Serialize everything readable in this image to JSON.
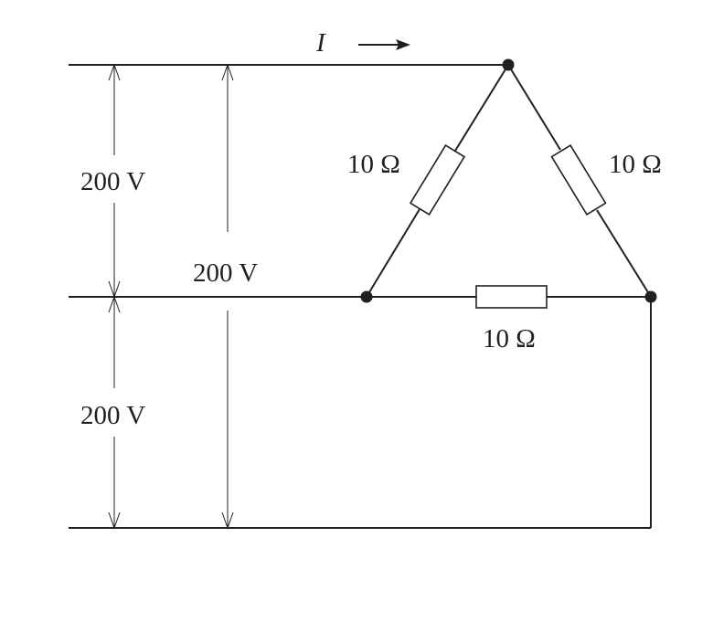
{
  "current": {
    "symbol": "I"
  },
  "voltages": {
    "upper_phase": "200 V",
    "line_outer": "200 V",
    "lower_phase": "200 V"
  },
  "resistors": {
    "left": "10 Ω",
    "right": "10 Ω",
    "bottom": "10 Ω"
  },
  "colors": {
    "ink": "#231f20",
    "background": "#ffffff"
  }
}
